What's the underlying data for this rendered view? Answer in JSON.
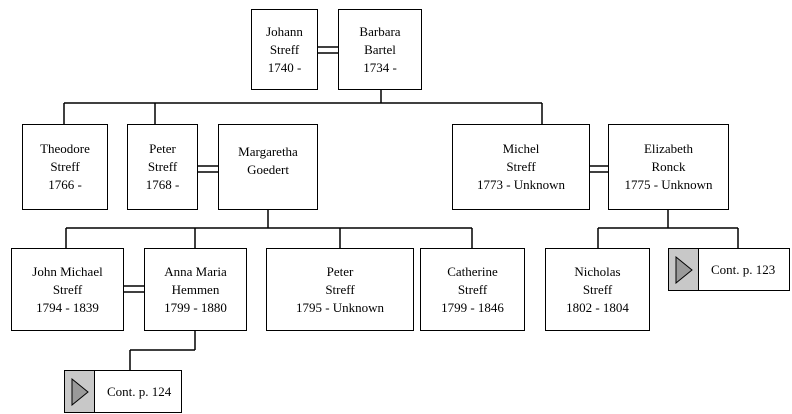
{
  "people": {
    "johann": {
      "name1": "Johann",
      "name2": "Streff",
      "dates": "1740 -"
    },
    "barbara": {
      "name1": "Barbara",
      "name2": "Bartel",
      "dates": "1734 -"
    },
    "theodore": {
      "name1": "Theodore",
      "name2": "Streff",
      "dates": "1766 -"
    },
    "peter1768": {
      "name1": "Peter",
      "name2": "Streff",
      "dates": "1768 -"
    },
    "margaretha": {
      "name1": "Margaretha",
      "name2": "Goedert",
      "dates": ""
    },
    "michel": {
      "name1": "Michel",
      "name2": "Streff",
      "dates": "1773 - Unknown"
    },
    "elizabeth": {
      "name1": "Elizabeth",
      "name2": "Ronck",
      "dates": "1775 - Unknown"
    },
    "john_michael": {
      "name1": "John Michael",
      "name2": "Streff",
      "dates": "1794 - 1839"
    },
    "anna_maria": {
      "name1": "Anna Maria",
      "name2": "Hemmen",
      "dates": "1799 - 1880"
    },
    "peter1795": {
      "name1": "Peter",
      "name2": "Streff",
      "dates": "1795 - Unknown"
    },
    "catherine": {
      "name1": "Catherine",
      "name2": "Streff",
      "dates": "1799 - 1846"
    },
    "nicholas": {
      "name1": "Nicholas",
      "name2": "Streff",
      "dates": "1802 - 1804"
    }
  },
  "continuations": {
    "p123": {
      "label": "Cont. p. 123",
      "icon": "play-triangle-icon"
    },
    "p124": {
      "label": "Cont. p. 124",
      "icon": "play-triangle-icon"
    }
  },
  "colors": {
    "line": "#000000",
    "arrow_fill": "#9a9a9a",
    "arrow_bg": "#c8c8c8"
  }
}
